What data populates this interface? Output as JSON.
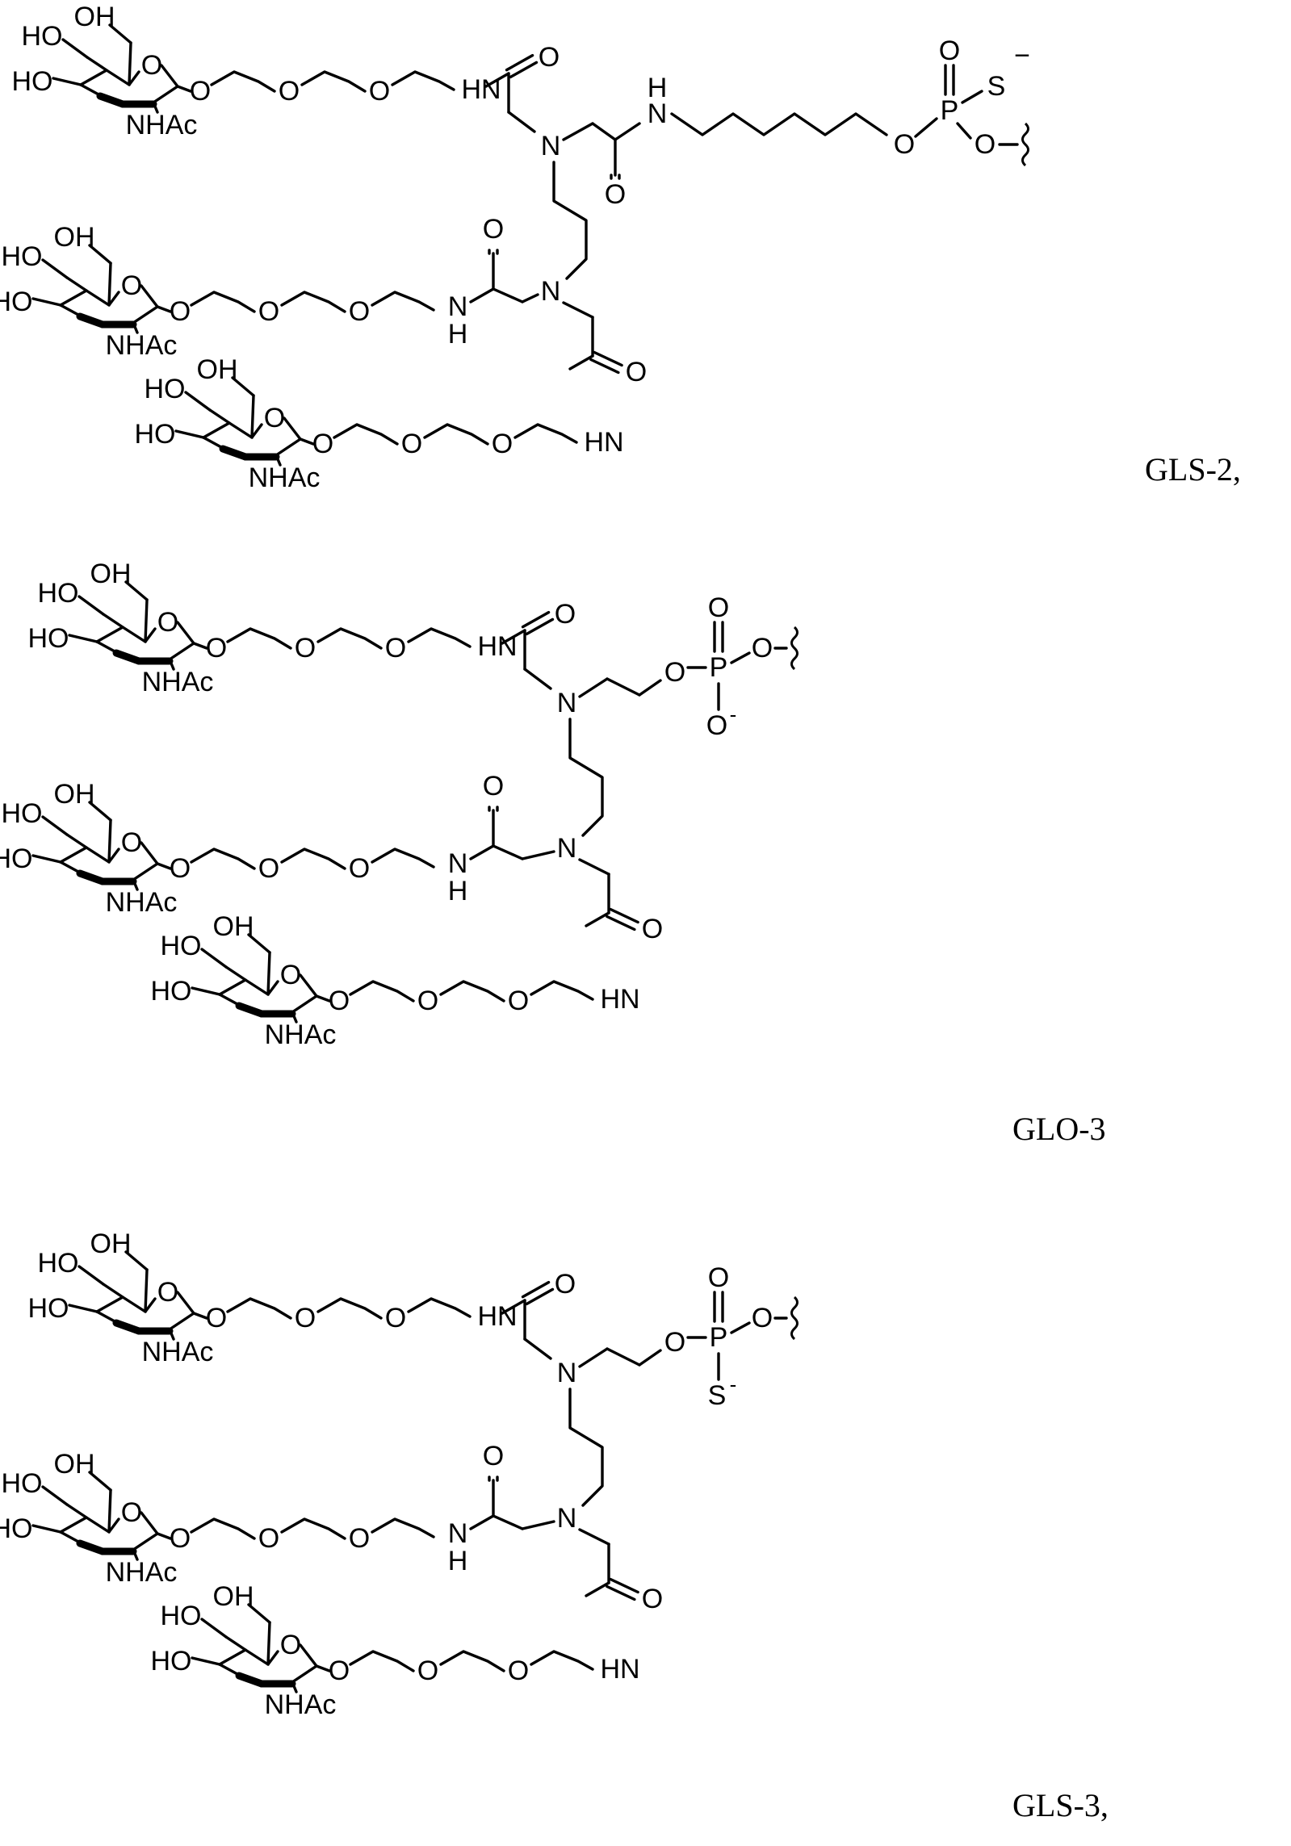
{
  "figure": {
    "labels": {
      "OH": "OH",
      "HO": "HO",
      "O": "O",
      "NHAc": "NHAc",
      "HN": "HN",
      "NH": "NH",
      "H": "H",
      "N": "N",
      "P": "P",
      "S": "S",
      "minus": "−",
      "minus_small": "-"
    },
    "compounds": [
      {
        "id": "gls2",
        "caption": "GLS-2,",
        "linker": "hexyl-phosphorothioate"
      },
      {
        "id": "glo3",
        "caption": "GLO-3",
        "linker": "ethyl-phosphate"
      },
      {
        "id": "gls3",
        "caption": "GLS-3,",
        "linker": "ethyl-phosphorothioate"
      }
    ]
  }
}
